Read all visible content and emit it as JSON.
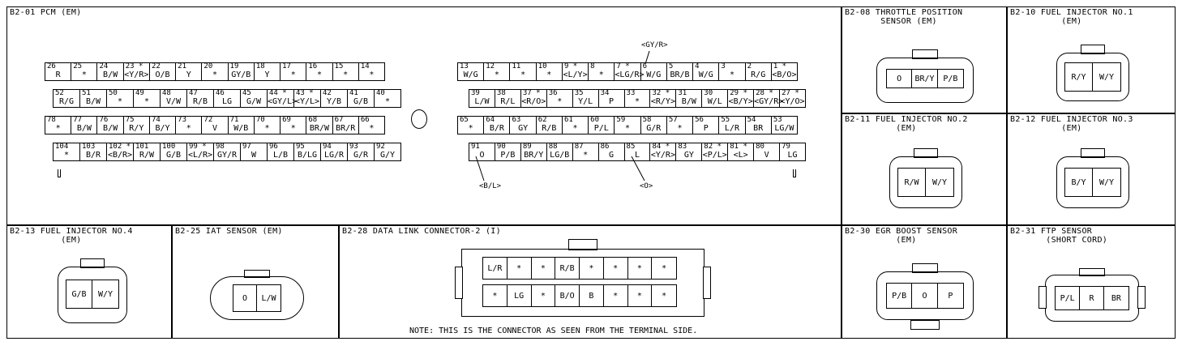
{
  "pcm": {
    "title": "B2-01 PCM (EM)",
    "top_annotation": "<GY/R>",
    "bottom_annotation_1": "<B/L>",
    "bottom_annotation_2": "<O>",
    "left_rows": [
      [
        {
          "n": "26",
          "c": "R"
        },
        {
          "n": "25",
          "c": "*"
        },
        {
          "n": "24",
          "c": "B/W"
        },
        {
          "n": "23 *",
          "c": "<Y/R>"
        },
        {
          "n": "22",
          "c": "O/B"
        },
        {
          "n": "21",
          "c": "Y"
        },
        {
          "n": "20",
          "c": "*"
        },
        {
          "n": "19",
          "c": "GY/B"
        },
        {
          "n": "18",
          "c": "Y"
        },
        {
          "n": "17",
          "c": "*"
        },
        {
          "n": "16",
          "c": "*"
        },
        {
          "n": "15",
          "c": "*"
        },
        {
          "n": "14",
          "c": "*"
        }
      ],
      [
        {
          "n": "52",
          "c": "R/G"
        },
        {
          "n": "51",
          "c": "B/W"
        },
        {
          "n": "50",
          "c": "*"
        },
        {
          "n": "49",
          "c": "*"
        },
        {
          "n": "48",
          "c": "V/W"
        },
        {
          "n": "47",
          "c": "R/B"
        },
        {
          "n": "46",
          "c": "LG"
        },
        {
          "n": "45",
          "c": "G/W"
        },
        {
          "n": "44 *",
          "c": "<GY/L>"
        },
        {
          "n": "43 *",
          "c": "<Y/L>"
        },
        {
          "n": "42",
          "c": "Y/B"
        },
        {
          "n": "41",
          "c": "G/B"
        },
        {
          "n": "40",
          "c": "*"
        }
      ],
      [
        {
          "n": "78",
          "c": "*"
        },
        {
          "n": "77",
          "c": "B/W"
        },
        {
          "n": "76",
          "c": "B/W"
        },
        {
          "n": "75",
          "c": "R/Y"
        },
        {
          "n": "74",
          "c": "B/Y"
        },
        {
          "n": "73",
          "c": "*"
        },
        {
          "n": "72",
          "c": "V"
        },
        {
          "n": "71",
          "c": "W/B"
        },
        {
          "n": "70",
          "c": "*"
        },
        {
          "n": "69",
          "c": "*"
        },
        {
          "n": "68",
          "c": "BR/W"
        },
        {
          "n": "67",
          "c": "BR/R"
        },
        {
          "n": "66",
          "c": "*"
        }
      ],
      [
        {
          "n": "104",
          "c": "*"
        },
        {
          "n": "103",
          "c": "B/R"
        },
        {
          "n": "102 *",
          "c": "<B/R>"
        },
        {
          "n": "101",
          "c": "R/W"
        },
        {
          "n": "100",
          "c": "G/B"
        },
        {
          "n": "99 *",
          "c": "<L/R>"
        },
        {
          "n": "98",
          "c": "GY/R"
        },
        {
          "n": "97",
          "c": "W"
        },
        {
          "n": "96",
          "c": "L/B"
        },
        {
          "n": "95",
          "c": "B/LG"
        },
        {
          "n": "94",
          "c": "LG/R"
        },
        {
          "n": "93",
          "c": "G/R"
        },
        {
          "n": "92",
          "c": "G/Y"
        }
      ]
    ],
    "right_rows": [
      [
        {
          "n": "13",
          "c": "W/G"
        },
        {
          "n": "12",
          "c": "*"
        },
        {
          "n": "11",
          "c": "*"
        },
        {
          "n": "10",
          "c": "*"
        },
        {
          "n": "9 *",
          "c": "<L/Y>"
        },
        {
          "n": "8",
          "c": "*"
        },
        {
          "n": "7 *",
          "c": "<LG/R>"
        },
        {
          "n": "6",
          "c": "W/G"
        },
        {
          "n": "5",
          "c": "BR/B"
        },
        {
          "n": "4",
          "c": "W/G"
        },
        {
          "n": "3",
          "c": "*"
        },
        {
          "n": "2",
          "c": "R/G"
        },
        {
          "n": "1 *",
          "c": "<B/O>"
        }
      ],
      [
        {
          "n": "39",
          "c": "L/W"
        },
        {
          "n": "38",
          "c": "R/L"
        },
        {
          "n": "37 *",
          "c": "<R/O>"
        },
        {
          "n": "36",
          "c": "*"
        },
        {
          "n": "35",
          "c": "Y/L"
        },
        {
          "n": "34",
          "c": "P"
        },
        {
          "n": "33",
          "c": "*"
        },
        {
          "n": "32 *",
          "c": "<R/Y>"
        },
        {
          "n": "31",
          "c": "B/W"
        },
        {
          "n": "30",
          "c": "W/L"
        },
        {
          "n": "29 *",
          "c": "<B/Y>"
        },
        {
          "n": "28 *",
          "c": "<GY/R>"
        },
        {
          "n": "27 *",
          "c": "<Y/O>"
        }
      ],
      [
        {
          "n": "65",
          "c": "*"
        },
        {
          "n": "64",
          "c": "B/R"
        },
        {
          "n": "63",
          "c": "GY"
        },
        {
          "n": "62",
          "c": "R/B"
        },
        {
          "n": "61",
          "c": "*"
        },
        {
          "n": "60",
          "c": "P/L"
        },
        {
          "n": "59",
          "c": "*"
        },
        {
          "n": "58",
          "c": "G/R"
        },
        {
          "n": "57",
          "c": "*"
        },
        {
          "n": "56",
          "c": "P"
        },
        {
          "n": "55",
          "c": "L/R"
        },
        {
          "n": "54",
          "c": "BR"
        },
        {
          "n": "53",
          "c": "LG/W"
        }
      ],
      [
        {
          "n": "91",
          "c": "O"
        },
        {
          "n": "90",
          "c": "P/B"
        },
        {
          "n": "89",
          "c": "BR/Y"
        },
        {
          "n": "88",
          "c": "LG/B"
        },
        {
          "n": "87",
          "c": "*"
        },
        {
          "n": "86",
          "c": "G"
        },
        {
          "n": "85",
          "c": "L"
        },
        {
          "n": "84 *",
          "c": "<Y/R>"
        },
        {
          "n": "83",
          "c": "GY"
        },
        {
          "n": "82 *",
          "c": "<P/L>"
        },
        {
          "n": "81 *",
          "c": "<L>"
        },
        {
          "n": "80",
          "c": "V"
        },
        {
          "n": "79",
          "c": "LG"
        }
      ]
    ]
  },
  "b2_08": {
    "title": "B2-08 THROTTLE POSITION\n       SENSOR (EM)",
    "terminals": [
      "O",
      "BR/Y",
      "P/B"
    ]
  },
  "b2_10": {
    "title": "B2-10 FUEL INJECTOR NO.1\n          (EM)",
    "terminals": [
      "R/Y",
      "W/Y"
    ]
  },
  "b2_11": {
    "title": "B2-11 FUEL INJECTOR NO.2\n          (EM)",
    "terminals": [
      "R/W",
      "W/Y"
    ]
  },
  "b2_12": {
    "title": "B2-12 FUEL INJECTOR NO.3\n          (EM)",
    "terminals": [
      "B/Y",
      "W/Y"
    ]
  },
  "b2_13": {
    "title": "B2-13 FUEL INJECTOR NO.4\n          (EM)",
    "terminals": [
      "G/B",
      "W/Y"
    ]
  },
  "b2_25": {
    "title": "B2-25 IAT SENSOR (EM)",
    "terminals": [
      "O",
      "L/W"
    ]
  },
  "b2_28": {
    "title": "B2-28 DATA LINK CONNECTOR-2 (I)",
    "top_row": [
      "L/R",
      "*",
      "*",
      "R/B",
      "*",
      "*",
      "*",
      "*"
    ],
    "bottom_row": [
      "*",
      "LG",
      "*",
      "B/O",
      "B",
      "*",
      "*",
      "*"
    ],
    "note": "NOTE: THIS IS THE CONNECTOR AS SEEN FROM THE TERMINAL SIDE."
  },
  "b2_30": {
    "title": "B2-30 EGR BOOST SENSOR\n          (EM)",
    "terminals": [
      "P/B",
      "O",
      "P"
    ]
  },
  "b2_31": {
    "title": "B2-31 FTP SENSOR\n       (SHORT CORD)",
    "terminals": [
      "P/L",
      "R",
      "BR"
    ]
  }
}
